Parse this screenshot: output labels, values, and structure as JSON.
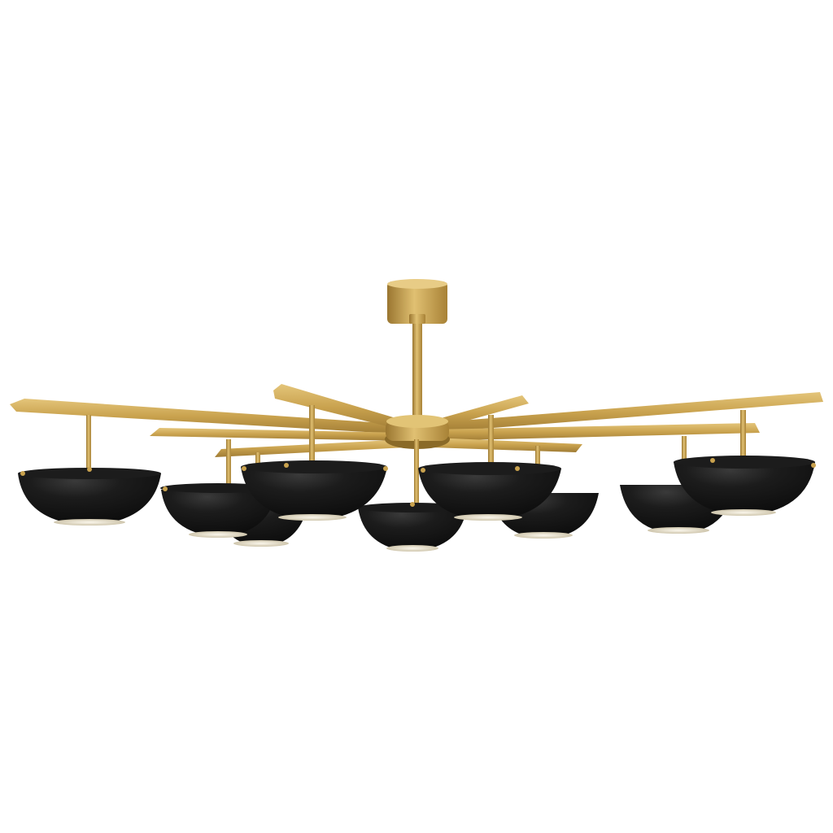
{
  "image": {
    "subject": "chandelier",
    "background_color": "#ffffff",
    "colors": {
      "brass": "#c9a24e",
      "brass_light": "#e2c476",
      "brass_dark": "#9a7630",
      "shade_black": "#141414",
      "shade_edge": "#2a2a2a",
      "diffuser_glow": "#f3eee0"
    },
    "arm_count": 8,
    "shade_count": 9
  }
}
